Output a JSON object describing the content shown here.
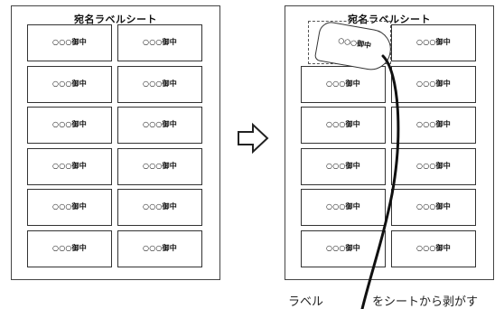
{
  "sheet_title": "宛名ラベルシート",
  "label_text": "○○○御中",
  "caption_left": "ラベル",
  "caption_right": "をシートから剥がす",
  "colors": {
    "line": "#333333",
    "background": "#ffffff"
  },
  "icons": {
    "arrow": "right-outline-arrow-icon"
  }
}
